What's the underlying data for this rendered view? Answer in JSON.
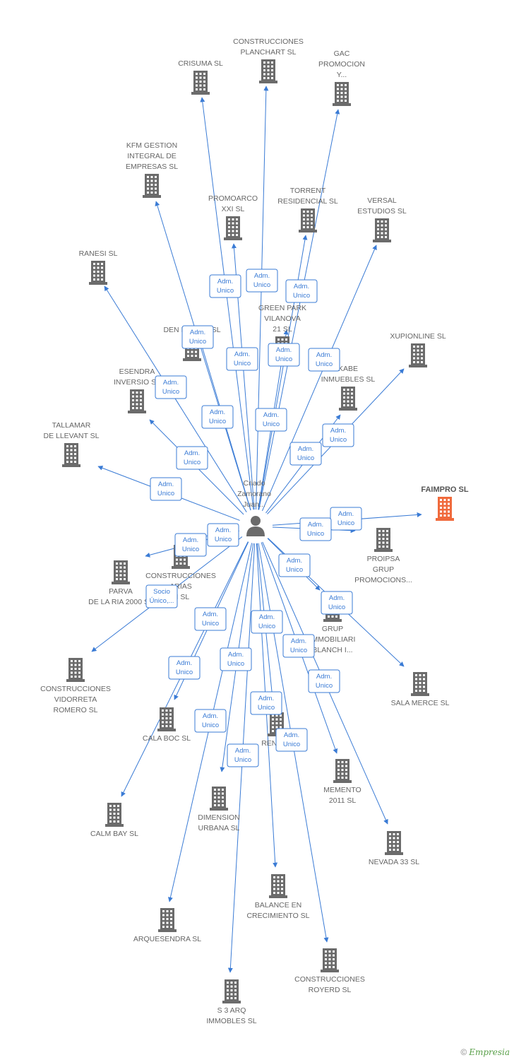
{
  "center": {
    "id": "person",
    "name_lines": [
      "Criado",
      "Zamorano",
      "Juan..."
    ],
    "icon": "person-icon"
  },
  "colors": {
    "edge": "#3a7bd5",
    "building": "#6b6b6b",
    "highlight": "#f06a3c"
  },
  "nodes": [
    {
      "id": "crisuma",
      "lines": [
        "CRISUMA SL"
      ],
      "icon": "building-icon"
    },
    {
      "id": "planchart",
      "lines": [
        "CONSTRUCCIONES",
        "PLANCHART SL"
      ],
      "icon": "building-icon"
    },
    {
      "id": "gac",
      "lines": [
        "GAC",
        "PROMOCION",
        "Y..."
      ],
      "icon": "building-icon"
    },
    {
      "id": "kfm",
      "lines": [
        "KFM GESTION",
        "INTEGRAL DE",
        "EMPRESAS SL"
      ],
      "icon": "building-icon"
    },
    {
      "id": "promoarco",
      "lines": [
        "PROMOARCO",
        "XXI SL"
      ],
      "icon": "building-icon"
    },
    {
      "id": "torrent",
      "lines": [
        "TORRENT",
        "RESIDENCIAL SL"
      ],
      "icon": "building-icon"
    },
    {
      "id": "versal",
      "lines": [
        "VERSAL",
        "ESTUDIOS SL"
      ],
      "icon": "building-icon"
    },
    {
      "id": "ranesi",
      "lines": [
        "RANESI SL"
      ],
      "icon": "building-icon"
    },
    {
      "id": "greenpark",
      "lines": [
        "GREEN PARK",
        "VILANOVA",
        "21 SL"
      ],
      "icon": "building-icon"
    },
    {
      "id": "denriera",
      "lines": [
        "DEN RIERA 3 SL"
      ],
      "icon": "building-icon"
    },
    {
      "id": "xupionline",
      "lines": [
        "XUPIONLINE SL"
      ],
      "icon": "building-icon"
    },
    {
      "id": "esendra",
      "lines": [
        "ESENDRA",
        "INVERSIO SL"
      ],
      "icon": "building-icon"
    },
    {
      "id": "kabe",
      "lines": [
        "KABE",
        "INMUEBLES  SL"
      ],
      "icon": "building-icon"
    },
    {
      "id": "tallamar",
      "lines": [
        "TALLAMAR",
        "DE LLEVANT SL"
      ],
      "icon": "building-icon"
    },
    {
      "id": "faimpro",
      "lines": [
        "FAIMPRO SL"
      ],
      "icon": "building-icon",
      "highlight": true
    },
    {
      "id": "propisa",
      "lines": [
        "PROIPSA",
        "GRUP",
        "PROMOCIONS..."
      ],
      "icon": "building-icon"
    },
    {
      "id": "construcciones_m",
      "lines": [
        "CONSTRUCCIONES",
        "ARIAS",
        "M SL"
      ],
      "icon": "building-icon"
    },
    {
      "id": "parva",
      "lines": [
        "PARVA",
        "DE LA RIA 2000 SL"
      ],
      "icon": "building-icon"
    },
    {
      "id": "grup",
      "lines": [
        "GRUP",
        "IMMOBILIARI",
        "BLANCH I..."
      ],
      "icon": "building-icon"
    },
    {
      "id": "vidorreta",
      "lines": [
        "CONSTRUCCIONES",
        "VIDORRETA",
        "ROMERO SL"
      ],
      "icon": "building-icon"
    },
    {
      "id": "salamerce",
      "lines": [
        "SALA MERCE SL"
      ],
      "icon": "building-icon"
    },
    {
      "id": "calaboc",
      "lines": [
        "CALA BOC SL"
      ],
      "icon": "building-icon"
    },
    {
      "id": "renta",
      "lines": [
        "RENTA..."
      ],
      "icon": "building-icon"
    },
    {
      "id": "memento",
      "lines": [
        "MEMENTO",
        "2011 SL"
      ],
      "icon": "building-icon"
    },
    {
      "id": "dimension",
      "lines": [
        "DIMENSION",
        "URBANA SL"
      ],
      "icon": "building-icon"
    },
    {
      "id": "calmbay",
      "lines": [
        "CALM BAY SL"
      ],
      "icon": "building-icon"
    },
    {
      "id": "nevada",
      "lines": [
        "NEVADA 33 SL"
      ],
      "icon": "building-icon"
    },
    {
      "id": "balance",
      "lines": [
        "BALANCE EN",
        "CRECIMIENTO SL"
      ],
      "icon": "building-icon"
    },
    {
      "id": "arquesendra",
      "lines": [
        "ARQUESENDRA SL"
      ],
      "icon": "building-icon"
    },
    {
      "id": "royerd",
      "lines": [
        "CONSTRUCCIONES",
        "ROYERD SL"
      ],
      "icon": "building-icon"
    },
    {
      "id": "s3arq",
      "lines": [
        "S 3 ARQ",
        "IMMOBLES SL"
      ],
      "icon": "building-icon"
    }
  ],
  "edges": [
    {
      "to": "crisuma",
      "label": [
        "Adm.",
        "Unico"
      ]
    },
    {
      "to": "planchart",
      "label": [
        "Adm.",
        "Unico"
      ]
    },
    {
      "to": "gac",
      "label": [
        "Adm.",
        "Unico"
      ]
    },
    {
      "to": "kfm",
      "label": [
        "Adm.",
        "Unico"
      ]
    },
    {
      "to": "promoarco",
      "label": [
        "Adm.",
        "Unico"
      ]
    },
    {
      "to": "torrent",
      "label": [
        "Adm.",
        "Unico"
      ]
    },
    {
      "to": "versal",
      "label": [
        "Adm.",
        "Unico"
      ]
    },
    {
      "to": "ranesi",
      "label": [
        "Adm.",
        "Unico"
      ]
    },
    {
      "to": "greenpark",
      "label": [
        "Adm.",
        "Unico"
      ]
    },
    {
      "to": "denriera",
      "label": [
        "Adm.",
        "Unico"
      ]
    },
    {
      "to": "xupionline",
      "label": [
        "Adm.",
        "Unico"
      ]
    },
    {
      "to": "esendra",
      "label": [
        "Adm.",
        "Unico"
      ]
    },
    {
      "to": "kabe",
      "label": [
        "Adm.",
        "Unico"
      ]
    },
    {
      "to": "tallamar",
      "label": [
        "Adm.",
        "Unico"
      ]
    },
    {
      "to": "faimpro",
      "label": [
        "Adm.",
        "Unico"
      ]
    },
    {
      "to": "propisa",
      "label": [
        "Adm.",
        "Unico"
      ]
    },
    {
      "to": "construcciones_m",
      "label": [
        "Adm.",
        "Unico"
      ]
    },
    {
      "to": "parva",
      "label": [
        "Socio",
        "Único,..."
      ]
    },
    {
      "to": "grup",
      "label": [
        "Adm.",
        "Unico"
      ]
    },
    {
      "to": "vidorreta",
      "label": [
        "Adm.",
        "Unico"
      ]
    },
    {
      "to": "salamerce",
      "label": [
        "Adm.",
        "Unico"
      ]
    },
    {
      "to": "calaboc",
      "label": [
        "Adm.",
        "Unico"
      ]
    },
    {
      "to": "renta",
      "label": [
        "Adm.",
        "Unico"
      ]
    },
    {
      "to": "memento",
      "label": [
        "Adm.",
        "Unico"
      ]
    },
    {
      "to": "dimension",
      "label": [
        "Adm.",
        "Unico"
      ]
    },
    {
      "to": "calmbay",
      "label": [
        "Adm.",
        "Unico"
      ]
    },
    {
      "to": "nevada",
      "label": [
        "Adm.",
        "Unico"
      ]
    },
    {
      "to": "balance",
      "label": [
        "Adm.",
        "Unico"
      ]
    },
    {
      "to": "arquesendra",
      "label": [
        "Adm.",
        "Unico"
      ]
    },
    {
      "to": "royerd",
      "label": [
        "Adm.",
        "Unico"
      ]
    },
    {
      "to": "s3arq",
      "label": [
        "Adm.",
        "Unico"
      ]
    }
  ],
  "footer": {
    "copyright": "©",
    "brand": "Empresia"
  }
}
